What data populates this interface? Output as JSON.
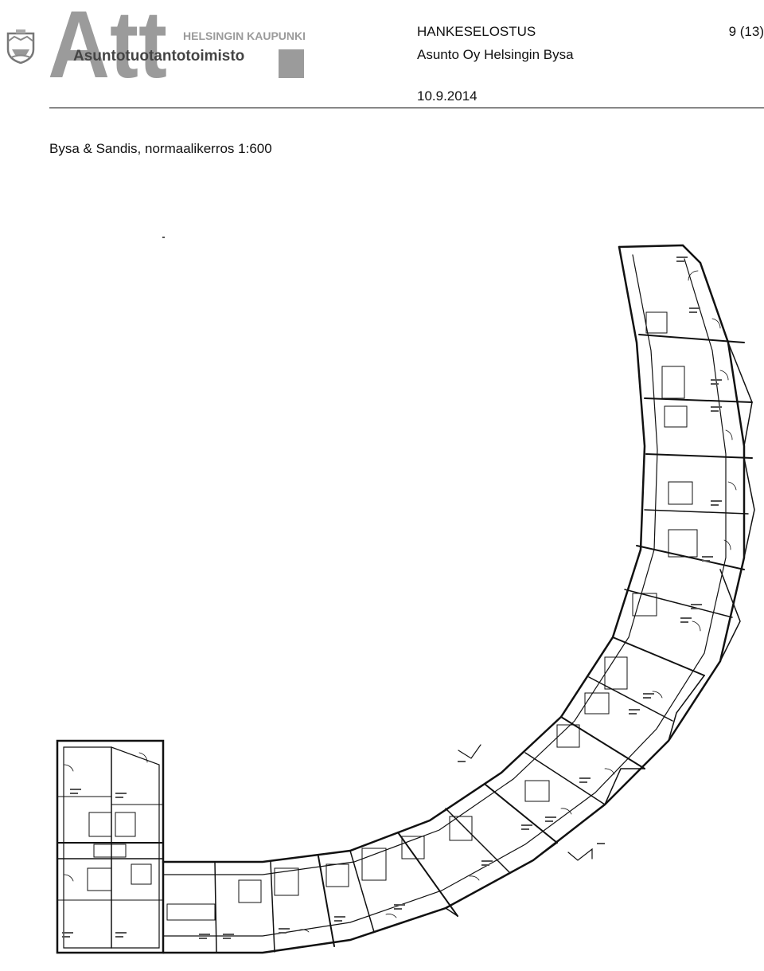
{
  "header": {
    "city": "HELSINGIN KAUPUNKI",
    "logo_letters": "Att",
    "office": "Asuntotuotantotoimisto",
    "doc_type": "HANKESELOSTUS",
    "page": "9 (13)",
    "project": "Asunto Oy Helsingin Bysa",
    "date": "10.9.2014"
  },
  "caption": "Bysa & Sandis, normaalikerros 1:600",
  "colors": {
    "ink": "#111111",
    "logo_gray": "#9b9b9b"
  }
}
